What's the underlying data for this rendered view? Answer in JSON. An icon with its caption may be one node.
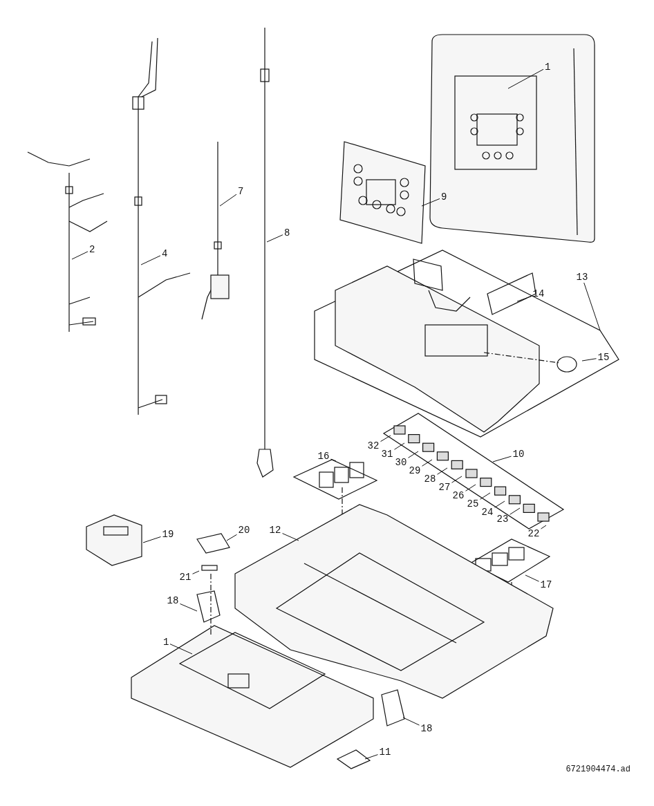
{
  "diagram": {
    "nodes": [
      {
        "text": [
          "1"
        ]
      },
      {
        "text": [
          "7"
        ]
      },
      {
        "text": [
          "9"
        ]
      },
      {
        "text": [
          "8"
        ]
      },
      {
        "text": [
          "2"
        ]
      },
      {
        "text": [
          "4"
        ]
      },
      {
        "text": [
          "13"
        ]
      },
      {
        "text": [
          "14"
        ]
      },
      {
        "text": [
          "15"
        ]
      },
      {
        "text": [
          "32"
        ]
      },
      {
        "text": [
          "31"
        ]
      },
      {
        "text": [
          "10"
        ]
      },
      {
        "text": [
          "16"
        ]
      },
      {
        "text": [
          "30"
        ]
      },
      {
        "text": [
          "29"
        ]
      },
      {
        "text": [
          "28"
        ]
      },
      {
        "text": [
          "27"
        ]
      },
      {
        "text": [
          "26"
        ]
      },
      {
        "text": [
          "25"
        ]
      },
      {
        "text": [
          "24"
        ]
      },
      {
        "text": [
          "23"
        ]
      },
      {
        "text": [
          "22"
        ]
      },
      {
        "text": [
          "19"
        ]
      },
      {
        "text": [
          "12"
        ]
      },
      {
        "text": [
          "20"
        ]
      },
      {
        "text": [
          "21"
        ]
      },
      {
        "text": [
          "17"
        ]
      },
      {
        "text": [
          "18"
        ]
      },
      {
        "text": [
          "1"
        ]
      },
      {
        "text": [
          "18"
        ]
      },
      {
        "text": [
          "11"
        ]
      }
    ],
    "edges": [
      {
        "from": 0,
        "to": null,
        "arrow": "none"
      },
      {
        "from": 1,
        "to": null,
        "arrow": "none"
      },
      {
        "from": 2,
        "to": null,
        "arrow": "none"
      },
      {
        "from": 3,
        "to": null,
        "arrow": "none"
      },
      {
        "from": 4,
        "to": null,
        "arrow": "none"
      },
      {
        "from": 5,
        "to": null,
        "arrow": "none"
      },
      {
        "from": 6,
        "to": null,
        "arrow": "none"
      },
      {
        "from": 7,
        "to": null,
        "arrow": "none"
      },
      {
        "from": 8,
        "to": null,
        "arrow": "none"
      },
      {
        "from": 9,
        "to": null,
        "arrow": "none"
      },
      {
        "from": 10,
        "to": null,
        "arrow": "none"
      },
      {
        "from": 11,
        "to": null,
        "arrow": "none"
      },
      {
        "from": 12,
        "to": null,
        "arrow": "none"
      },
      {
        "from": 13,
        "to": null,
        "arrow": "none"
      },
      {
        "from": 14,
        "to": null,
        "arrow": "none"
      },
      {
        "from": 15,
        "to": null,
        "arrow": "none"
      },
      {
        "from": 16,
        "to": null,
        "arrow": "none"
      },
      {
        "from": 17,
        "to": null,
        "arrow": "none"
      },
      {
        "from": 18,
        "to": null,
        "arrow": "none"
      },
      {
        "from": 19,
        "to": null,
        "arrow": "none"
      },
      {
        "from": 20,
        "to": null,
        "arrow": "none"
      },
      {
        "from": 21,
        "to": null,
        "arrow": "none"
      },
      {
        "from": 22,
        "to": null,
        "arrow": "none"
      },
      {
        "from": 23,
        "to": null,
        "arrow": "none"
      },
      {
        "from": 24,
        "to": null,
        "arrow": "none"
      },
      {
        "from": 25,
        "to": null,
        "arrow": "none"
      },
      {
        "from": 26,
        "to": null,
        "arrow": "none"
      },
      {
        "from": 27,
        "to": null,
        "arrow": "none"
      },
      {
        "from": 28,
        "to": null,
        "arrow": "none"
      },
      {
        "from": 29,
        "to": null,
        "arrow": "none"
      },
      {
        "from": 30,
        "to": null,
        "arrow": "none"
      }
    ],
    "labels": [
      "6721904474.ad"
    ]
  }
}
